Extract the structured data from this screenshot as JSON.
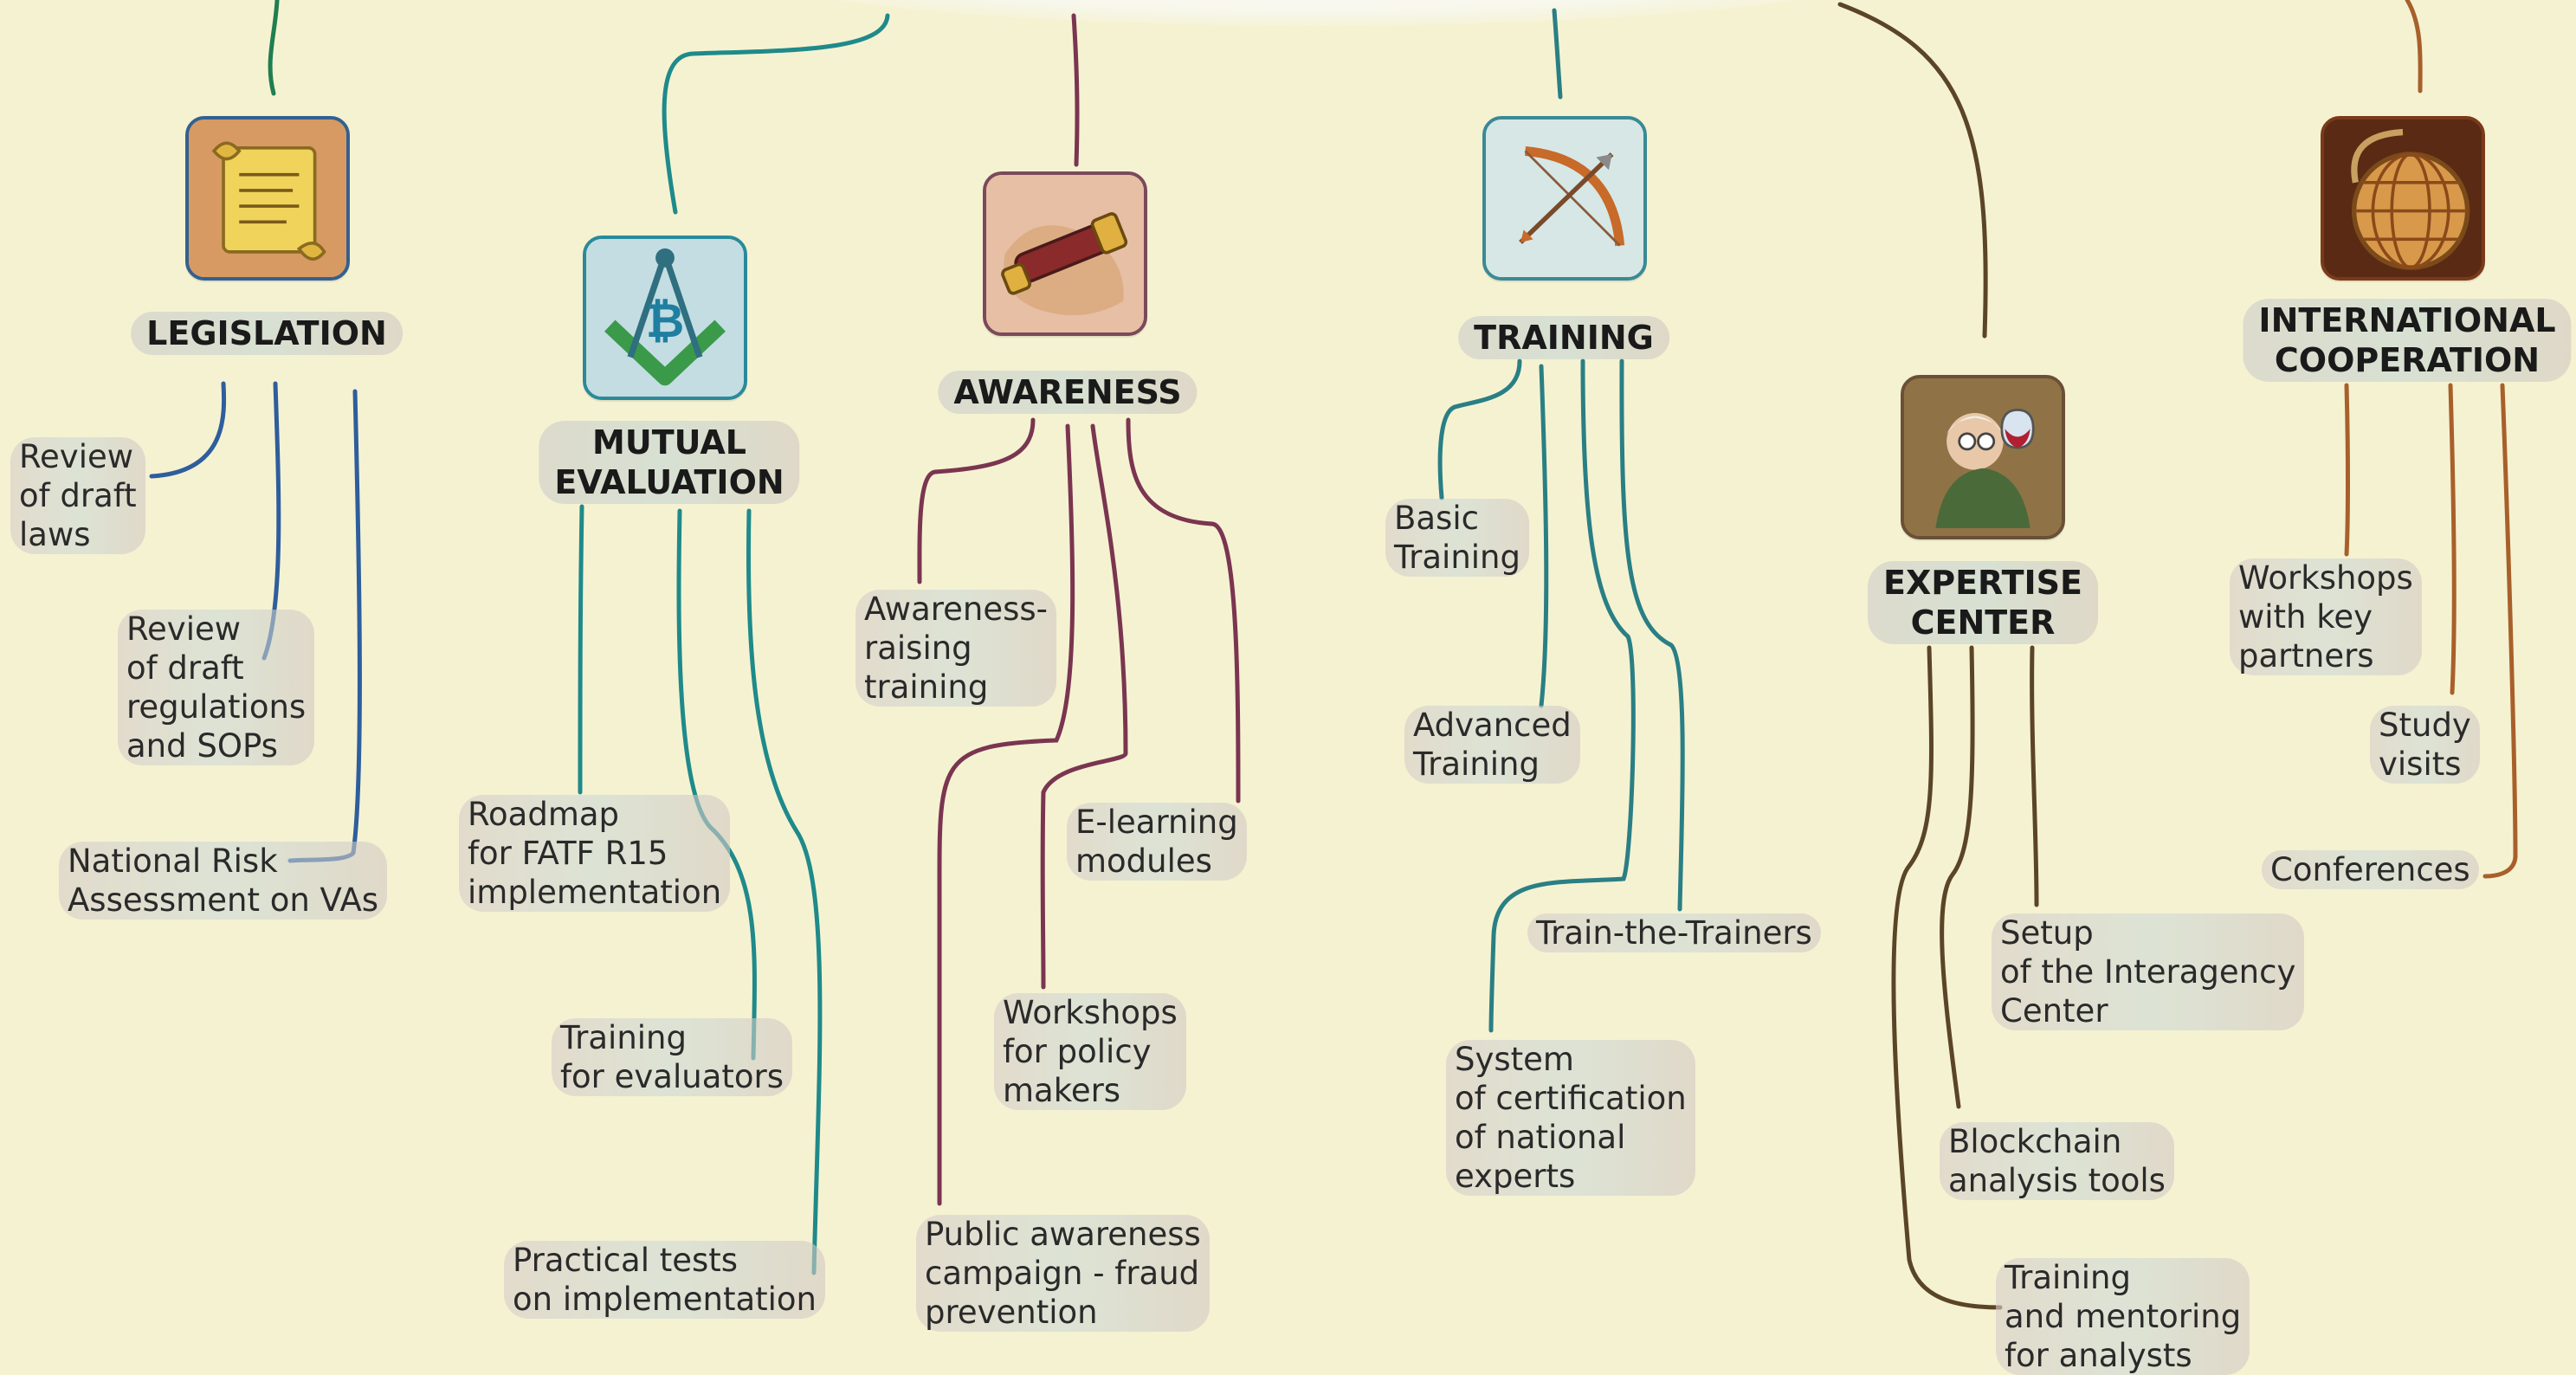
{
  "branches": [
    {
      "title": "LEGISLATION",
      "color": "#2e5e9c",
      "icon": "scroll-icon",
      "items": [
        "Review\nof draft\nlaws",
        "Review\nof draft\nregulations\nand SOPs",
        "National Risk\nAssessment on VAs"
      ]
    },
    {
      "title": "MUTUAL\nEVALUATION",
      "color": "#1f8a8a",
      "icon": "compass-bitcoin-icon",
      "items": [
        "Roadmap\nfor FATF R15\nimplementation",
        "Training\nfor evaluators",
        "Practical tests\non implementation"
      ]
    },
    {
      "title": "AWARENESS",
      "color": "#7a3550",
      "icon": "spyglass-icon",
      "items": [
        "Awareness-\nraising\ntraining",
        "E-learning\nmodules",
        "Workshops\nfor policy\nmakers",
        "Public awareness\ncampaign - fraud\nprevention"
      ]
    },
    {
      "title": "TRAINING",
      "color": "#2a7f84",
      "icon": "bow-arrow-icon",
      "items": [
        "Basic\nTraining",
        "Advanced\nTraining",
        "Train-the-Trainers",
        "System\nof certification\nof national\nexperts"
      ]
    },
    {
      "title": "EXPERTISE\nCENTER",
      "color": "#5a4526",
      "icon": "scientist-icon",
      "items": [
        "Setup\nof the Interagency\nCenter",
        "Blockchain\nanalysis tools",
        "Training\nand mentoring\nfor analysts"
      ]
    },
    {
      "title": "INTERNATIONAL\nCOOPERATION",
      "color": "#a8602a",
      "icon": "globe-icon",
      "items": [
        "Workshops\nwith key\npartners",
        "Study\nvisits",
        "Conferences"
      ]
    }
  ]
}
